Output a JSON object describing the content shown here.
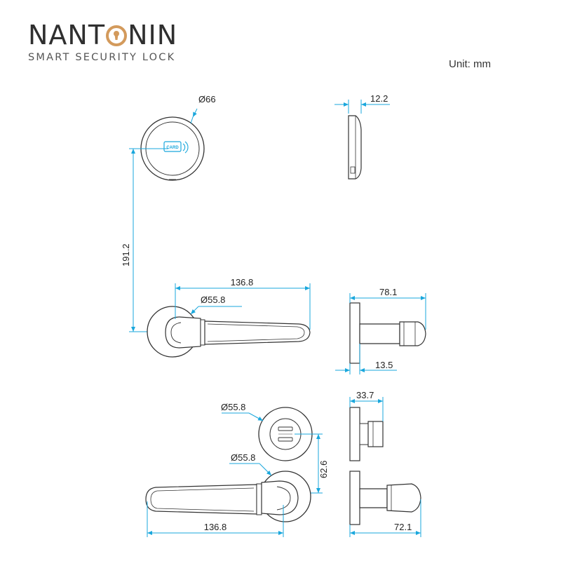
{
  "brand": {
    "name_left": "NANT",
    "name_right": "NIN",
    "tagline": "SMART SECURITY LOCK"
  },
  "unit_label": "Unit: mm",
  "reader": {
    "card_label": "CARD"
  },
  "dimensions": {
    "reader_diameter": "Ø66",
    "reader_thickness": "12.2",
    "reader_to_lever": "191.2",
    "lever_length_top": "136.8",
    "rose_diameter_top": "Ø55.8",
    "lever_projection_top": "78.1",
    "rose_thickness_top": "13.5",
    "thumbturn_projection": "33.7",
    "thumbturn_rose_diameter": "Ø55.8",
    "thumbturn_to_lever": "62.6",
    "rose_diameter_bottom": "Ø55.8",
    "lever_length_bottom": "136.8",
    "lever_projection_bottom": "72.1"
  },
  "colors": {
    "dimension_line": "#1aa7dc",
    "outline": "#333333",
    "brand_gold": "#d39a5c"
  }
}
